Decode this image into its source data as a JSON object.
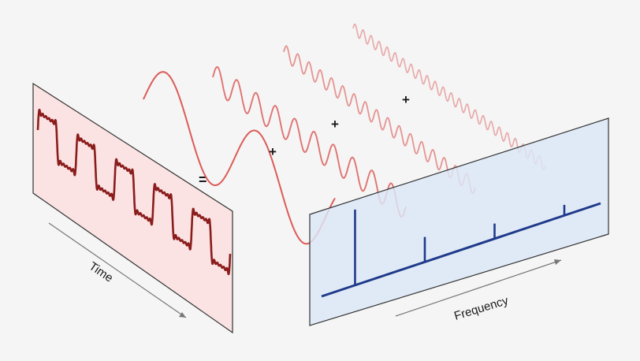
{
  "labels": {
    "time": "Time",
    "frequency": "Frequency",
    "equals": "=",
    "plus": "+"
  },
  "colors": {
    "background": "#f5f5f5",
    "time_panel_fill": "#fbe3e3",
    "freq_panel_fill": "#dce8f8",
    "panel_stroke": "#333333",
    "square_wave": "#8b1c1c",
    "sine_wave": "#d9534f",
    "spectrum": "#1f3a8a",
    "arrow": "#777777"
  },
  "spectrum_peaks": [
    {
      "harmonic": 1,
      "relative_amplitude": 1.0
    },
    {
      "harmonic": 3,
      "relative_amplitude": 0.33
    },
    {
      "harmonic": 5,
      "relative_amplitude": 0.2
    },
    {
      "harmonic": 7,
      "relative_amplitude": 0.14
    }
  ]
}
